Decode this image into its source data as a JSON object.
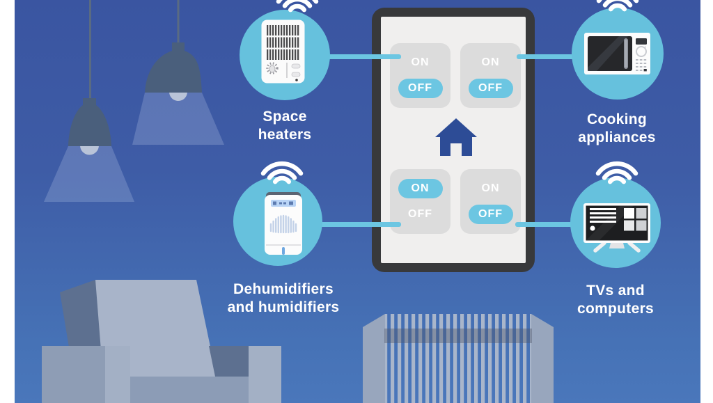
{
  "theme": {
    "bg_top": "#3a55a1",
    "bg_bottom": "#4a77bb",
    "circle_blue": "#66c1dd",
    "accent": "#6cc6e2",
    "phone_frame": "#38393b",
    "phone_screen": "#f0efee",
    "card_gray": "#dcdcdc",
    "house_blue": "#2d4c96",
    "label_color": "#ffffff"
  },
  "devices": [
    {
      "id": "space-heaters",
      "label": "Space\nheaters"
    },
    {
      "id": "cooking-appliances",
      "label": "Cooking\nappliances"
    },
    {
      "id": "dehumidifiers",
      "label": "Dehumidifiers\nand humidifiers"
    },
    {
      "id": "tvs-computers",
      "label": "TVs and\ncomputers"
    }
  ],
  "phone": {
    "toggles": [
      {
        "position": "top_left",
        "on_label": "ON",
        "off_label": "OFF",
        "active": "off"
      },
      {
        "position": "top_right",
        "on_label": "ON",
        "off_label": "OFF",
        "active": "off"
      },
      {
        "position": "bottom_left",
        "on_label": "ON",
        "off_label": "OFF",
        "active": "on"
      },
      {
        "position": "bottom_right",
        "on_label": "ON",
        "off_label": "OFF",
        "active": "off"
      }
    ]
  }
}
